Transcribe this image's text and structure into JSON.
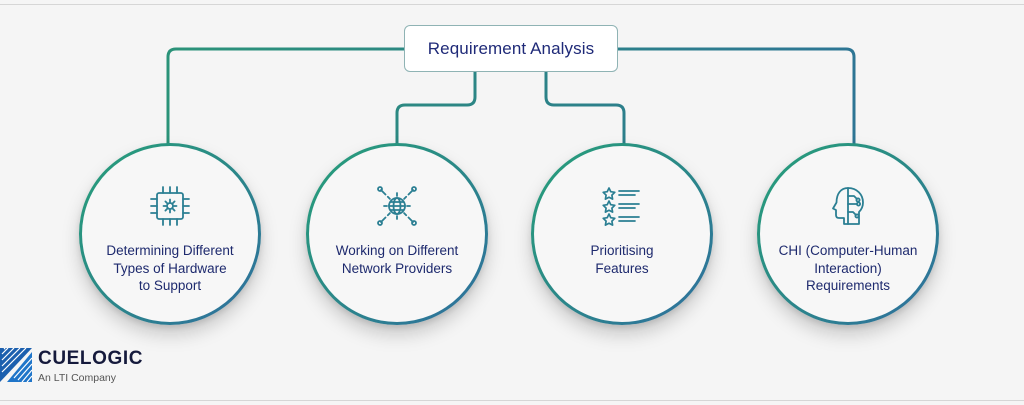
{
  "diagram": {
    "title": "Requirement Analysis",
    "nodes": [
      {
        "label": "Determining Different\nTypes of Hardware\nto Support",
        "icon": "chip-gear-icon"
      },
      {
        "label": "Working on Different\nNetwork Providers",
        "icon": "network-gear-globe-icon"
      },
      {
        "label": "Prioritising\nFeatures",
        "icon": "star-list-icon"
      },
      {
        "label": "CHI (Computer-Human\nInteraction)\nRequirements",
        "icon": "head-circuit-icon"
      }
    ]
  },
  "brand": {
    "name": "CUELOGIC",
    "tagline": "An LTI Company",
    "icon": "cuelogic-logo-icon"
  },
  "colors": {
    "title_text": "#1f2a78",
    "connector_start": "#2a9a72",
    "connector_end": "#2e6e9b",
    "node_text": "#1e2a6e",
    "logo_blue": "#1b5fae"
  }
}
